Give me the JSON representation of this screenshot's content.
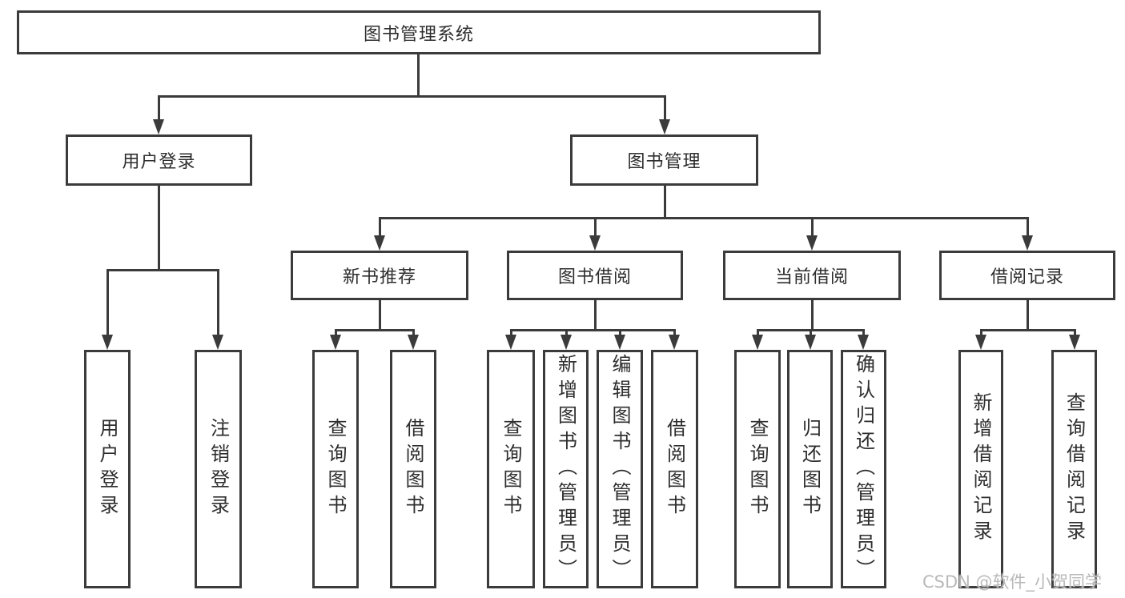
{
  "tree": {
    "label": "图书管理系统",
    "children": [
      {
        "label": "用户登录",
        "children": [
          {
            "label": "用户登录"
          },
          {
            "label": "注销登录"
          }
        ]
      },
      {
        "label": "图书管理",
        "children": [
          {
            "label": "新书推荐",
            "children": [
              {
                "label": "查询图书"
              },
              {
                "label": "借阅图书"
              }
            ]
          },
          {
            "label": "图书借阅",
            "children": [
              {
                "label": "查询图书"
              },
              {
                "label": "新增图书（管理员）"
              },
              {
                "label": "编辑图书（管理员）"
              },
              {
                "label": "借阅图书"
              }
            ]
          },
          {
            "label": "当前借阅",
            "children": [
              {
                "label": "查询图书"
              },
              {
                "label": "归还图书"
              },
              {
                "label": "确认归还（管理员）"
              }
            ]
          },
          {
            "label": "借阅记录",
            "children": [
              {
                "label": "新增借阅记录"
              },
              {
                "label": "查询借阅记录"
              }
            ]
          }
        ]
      }
    ]
  },
  "watermark": "CSDN @软件_小贺同学",
  "colors": {
    "line": "#3b3b3b",
    "text": "#2e2e2e",
    "watermark": "#b9b9b9",
    "background": "#ffffff"
  }
}
